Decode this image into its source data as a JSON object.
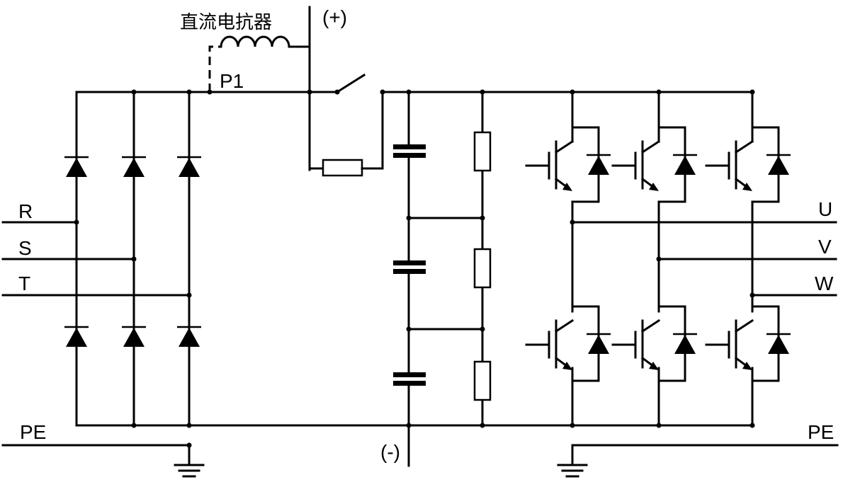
{
  "labels": {
    "dc_reactor": "直流电抗器",
    "plus": "(+)",
    "minus": "(-)",
    "p1": "P1",
    "input_r": "R",
    "input_s": "S",
    "input_t": "T",
    "pe_left": "PE",
    "pe_right": "PE",
    "out_u": "U",
    "out_v": "V",
    "out_w": "W"
  }
}
